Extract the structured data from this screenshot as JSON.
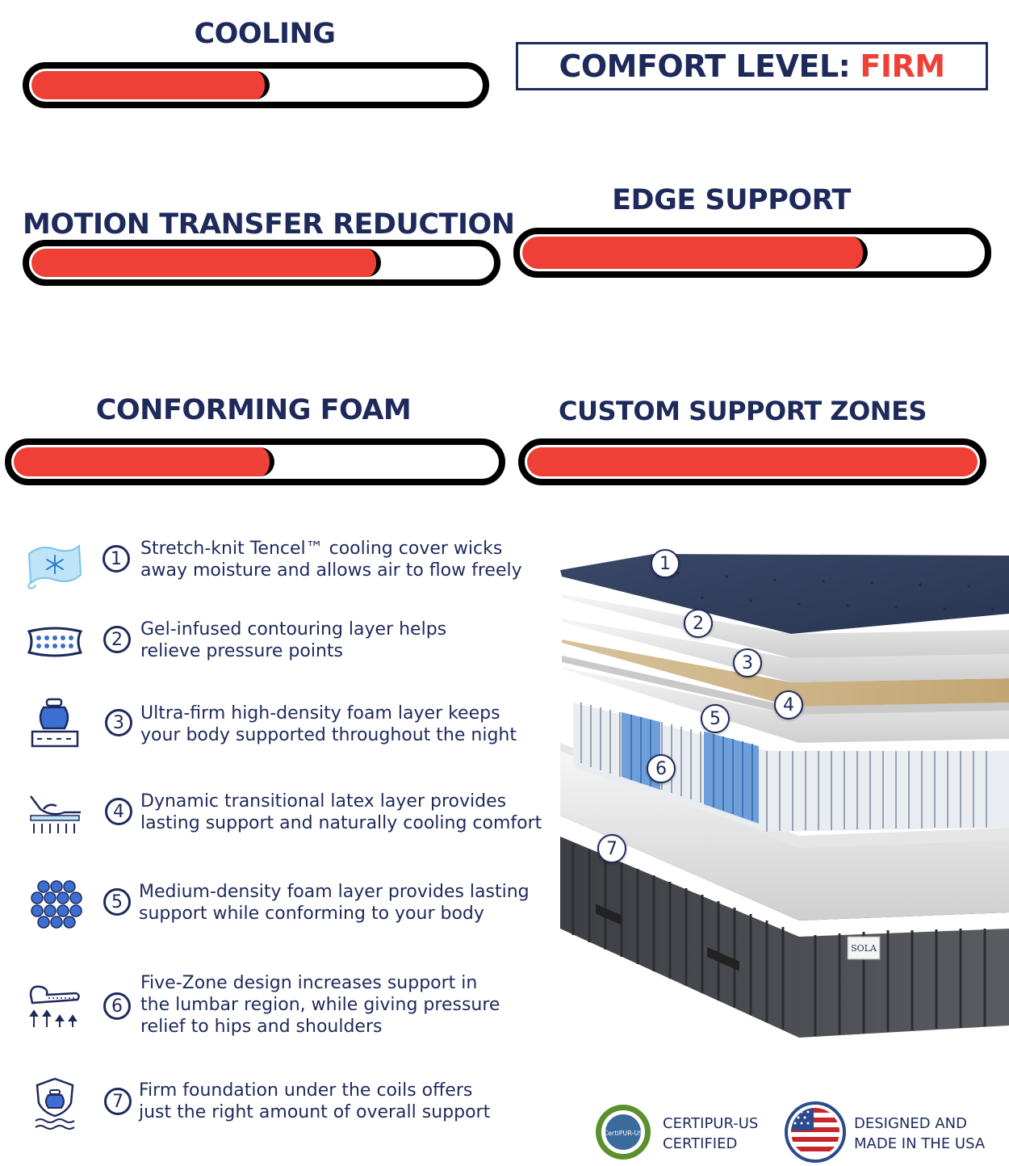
{
  "comfort": {
    "label": "COMFORT LEVEL:",
    "value": "FIRM"
  },
  "meters": [
    {
      "title": "COOLING",
      "level": 0.53
    },
    {
      "title": "MOTION TRANSFER REDUCTION",
      "level": 0.76
    },
    {
      "title": "EDGE SUPPORT",
      "level": 0.75
    },
    {
      "title": "CONFORMING FOAM",
      "level": 0.54
    },
    {
      "title": "CUSTOM SUPPORT ZONES",
      "level": 1.0
    }
  ],
  "colors": {
    "navy": "#1f2a5c",
    "red": "#ee4036",
    "black": "#000000"
  },
  "features": [
    {
      "num": "1",
      "icon": "cooling-fabric-icon",
      "line1": "Stretch-knit Tencel™ cooling cover wicks",
      "line2": "away moisture and allows air to flow freely",
      "line3": ""
    },
    {
      "num": "2",
      "icon": "gel-layer-icon",
      "line1": "Gel-infused contouring layer helps",
      "line2": "relieve pressure points",
      "line3": ""
    },
    {
      "num": "3",
      "icon": "weight-foam-icon",
      "line1": "Ultra-firm high-density foam layer keeps",
      "line2": "your body supported throughout the night",
      "line3": ""
    },
    {
      "num": "4",
      "icon": "latex-support-icon",
      "line1": "Dynamic transitional latex layer provides",
      "line2": "lasting support and naturally cooling comfort",
      "line3": ""
    },
    {
      "num": "5",
      "icon": "coil-cluster-icon",
      "line1": "Medium-density foam layer provides lasting",
      "line2": "support while conforming to your body",
      "line3": ""
    },
    {
      "num": "6",
      "icon": "body-zones-icon",
      "line1": "Five-Zone design increases support in",
      "line2": "the lumbar region, while giving pressure",
      "line3": "relief to hips and shoulders"
    },
    {
      "num": "7",
      "icon": "shield-foundation-icon",
      "line1": "Firm foundation under the coils offers",
      "line2": "just the right amount of overall support",
      "line3": ""
    }
  ],
  "layers": [
    "1",
    "2",
    "3",
    "4",
    "5",
    "6",
    "7"
  ],
  "brand": "SOLA",
  "certipur_seal": "CertiPUR-US",
  "certs": [
    {
      "icon": "certipur-seal-icon",
      "line1": "CERTIPUR-US",
      "line2": "CERTIFIED"
    },
    {
      "icon": "usa-flag-icon",
      "line1": "DESIGNED AND",
      "line2": "MADE IN THE USA"
    }
  ]
}
